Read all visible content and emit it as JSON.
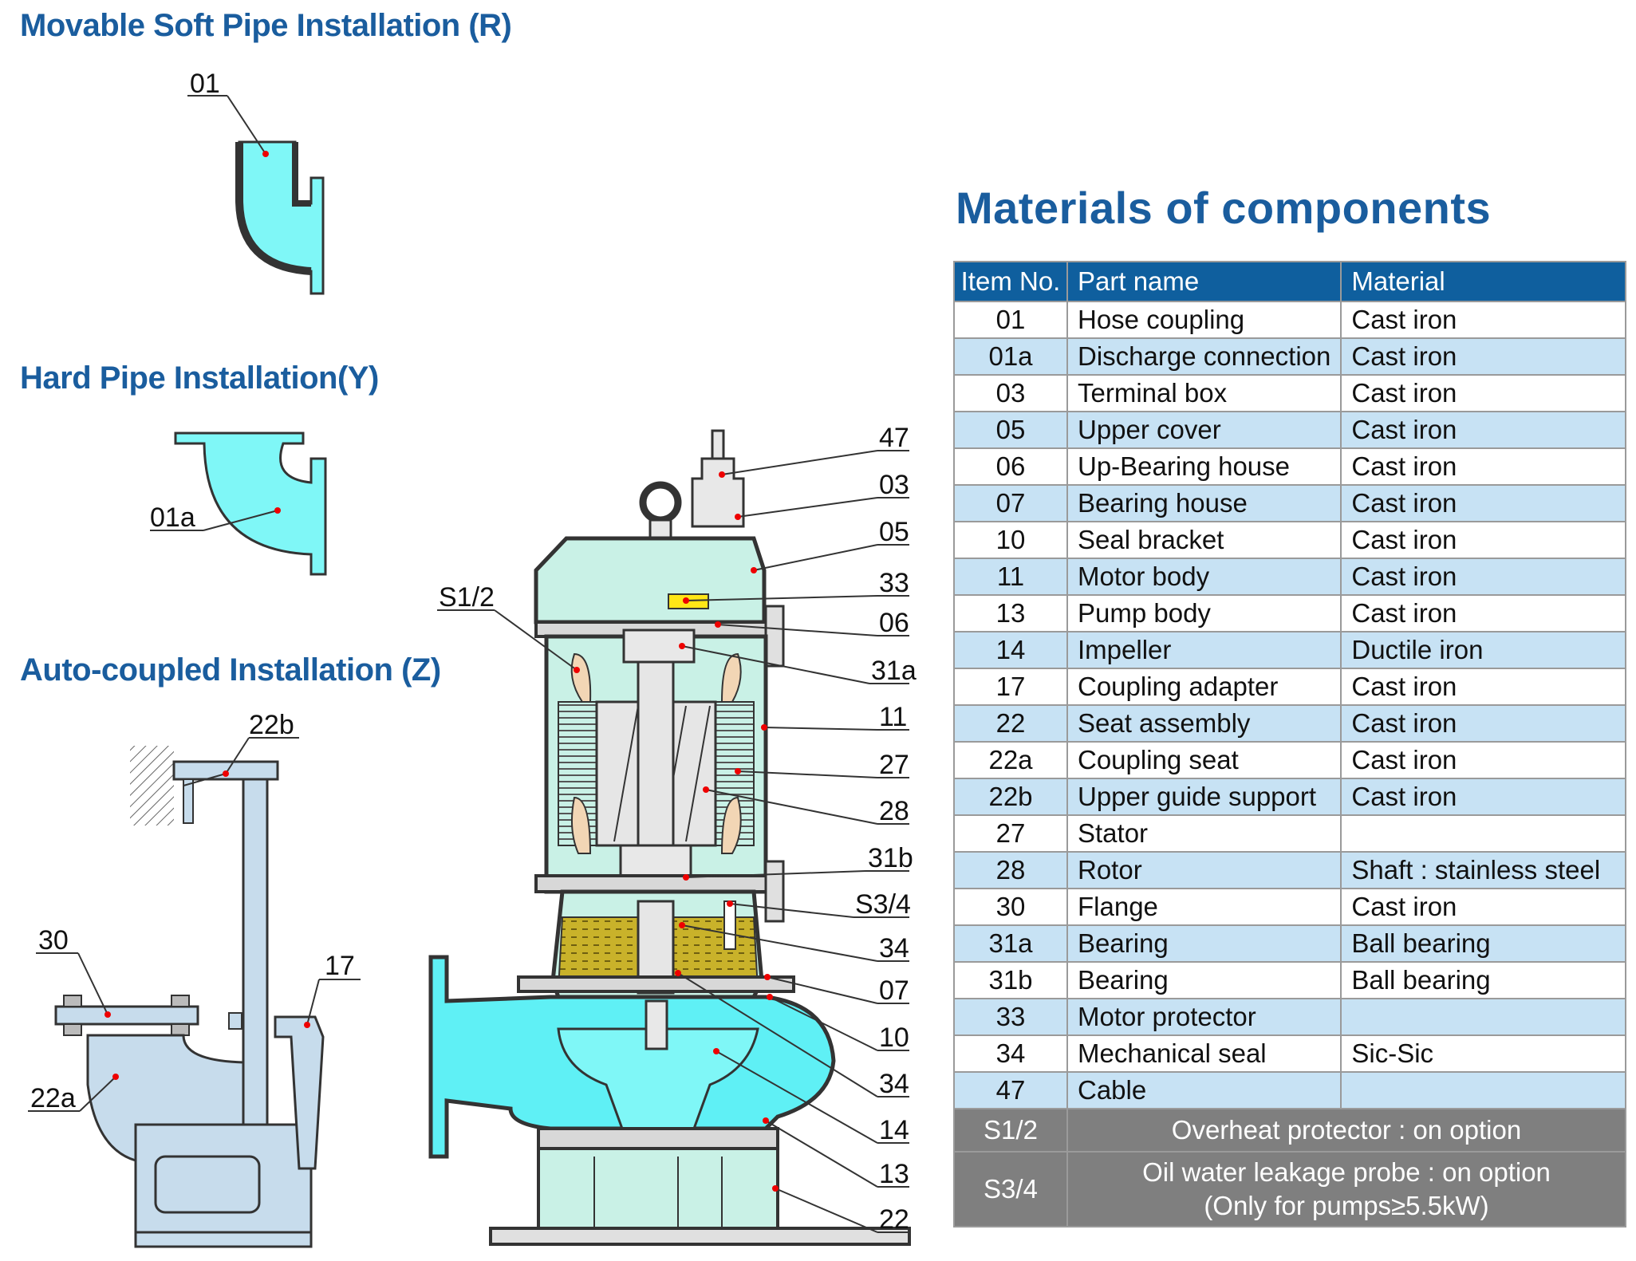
{
  "headings": {
    "soft_pipe": "Movable Soft Pipe Installation (R)",
    "hard_pipe": "Hard Pipe  Installation(Y)",
    "auto_coupled": "Auto-coupled Installation (Z)",
    "materials": "Materials of components"
  },
  "callouts": {
    "c01": "01",
    "c01a": "01a",
    "c22b": "22b",
    "c30": "30",
    "c17": "17",
    "c22a": "22a",
    "cS12": "S1/2",
    "cS34": "S3/4",
    "c47": "47",
    "c03": "03",
    "c05": "05",
    "c33": "33",
    "c06": "06",
    "c31a": "31a",
    "c11": "11",
    "c27": "27",
    "c28": "28",
    "c31b": "31b",
    "c34a": "34",
    "c07": "07",
    "c10": "10",
    "c34b": "34",
    "c14": "14",
    "c13": "13",
    "c22": "22"
  },
  "table": {
    "headers": [
      "Item No.",
      "Part name",
      "Material"
    ],
    "rows": [
      [
        "01",
        "Hose coupling",
        "Cast iron"
      ],
      [
        "01a",
        "Discharge connection",
        "Cast iron"
      ],
      [
        "03",
        "Terminal box",
        "Cast iron"
      ],
      [
        "05",
        "Upper cover",
        "Cast iron"
      ],
      [
        "06",
        "Up-Bearing house",
        "Cast iron"
      ],
      [
        "07",
        "Bearing house",
        "Cast iron"
      ],
      [
        "10",
        "Seal bracket",
        "Cast iron"
      ],
      [
        "11",
        "Motor body",
        "Cast iron"
      ],
      [
        "13",
        "Pump body",
        "Cast iron"
      ],
      [
        "14",
        "Impeller",
        "Ductile iron"
      ],
      [
        "17",
        "Coupling adapter",
        "Cast iron"
      ],
      [
        "22",
        "Seat assembly",
        "Cast iron"
      ],
      [
        "22a",
        "Coupling seat",
        "Cast iron"
      ],
      [
        "22b",
        "Upper guide support",
        "Cast iron"
      ],
      [
        "27",
        "Stator",
        ""
      ],
      [
        "28",
        "Rotor",
        "Shaft : stainless steel"
      ],
      [
        "30",
        "Flange",
        "Cast iron"
      ],
      [
        "31a",
        "Bearing",
        "Ball bearing"
      ],
      [
        "31b",
        "Bearing",
        "Ball bearing"
      ],
      [
        "33",
        "Motor protector",
        ""
      ],
      [
        "34",
        "Mechanical seal",
        "Sic-Sic"
      ],
      [
        "47",
        "Cable",
        ""
      ]
    ],
    "options": [
      {
        "no": "S1/2",
        "lines": [
          "Overheat protector : on option"
        ]
      },
      {
        "no": "S3/4",
        "lines": [
          "Oil water leakage probe : on option",
          "(Only for pumps≥5.5kW)"
        ]
      }
    ]
  },
  "colors": {
    "heading": "#1a5d9e",
    "table_header": "#0f5f9e",
    "row_alt": "#c7e2f4",
    "option_row": "#7f7f7f",
    "water": "#5ff0f5",
    "motor": "#c9f1e6",
    "oil": "#c9b22a",
    "steel": "#c7dcec"
  }
}
